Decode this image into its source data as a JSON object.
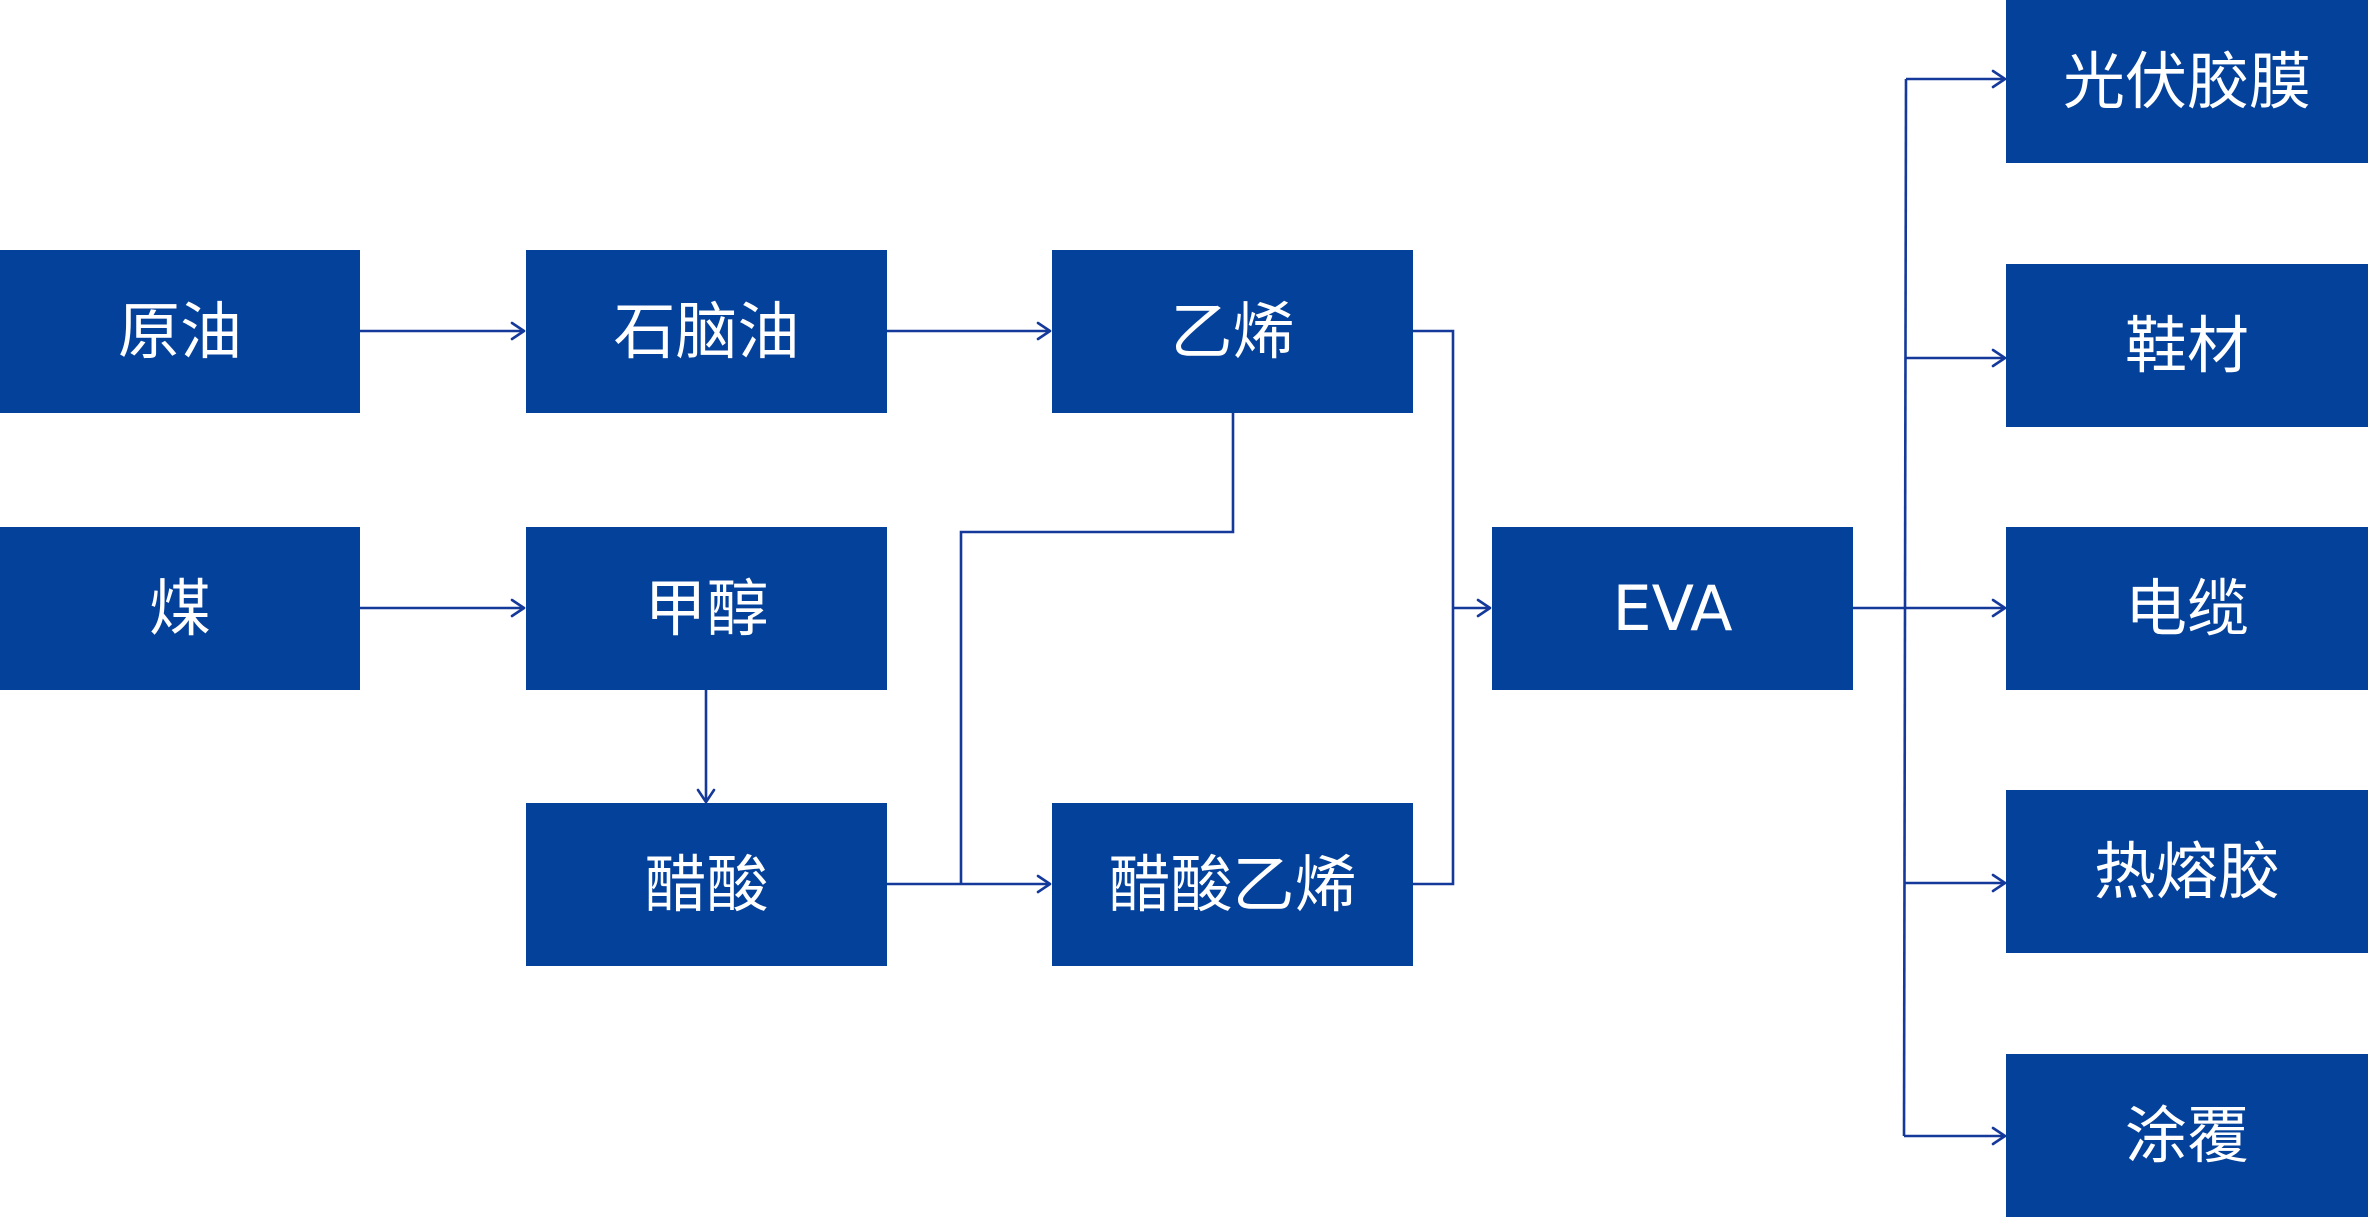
{
  "colors": {
    "node_fill": "#04419b",
    "node_text": "#ffffff",
    "connector": "#14399b",
    "background": "#ffffff"
  },
  "nodes": {
    "crude_oil": "原油",
    "naphtha": "石脑油",
    "ethylene": "乙烯",
    "coal": "煤",
    "methanol": "甲醇",
    "acetic_acid": "醋酸",
    "vinyl_acetate": "醋酸乙烯",
    "eva": "EVA",
    "pv_film": "光伏胶膜",
    "shoe_material": "鞋材",
    "cable": "电缆",
    "hot_melt": "热熔胶",
    "coating": "涂覆"
  },
  "edges": [
    {
      "from": "原油",
      "to": "石脑油"
    },
    {
      "from": "石脑油",
      "to": "乙烯"
    },
    {
      "from": "煤",
      "to": "甲醇"
    },
    {
      "from": "甲醇",
      "to": "醋酸"
    },
    {
      "from": "醋酸",
      "to": "醋酸乙烯"
    },
    {
      "from": "乙烯",
      "to": "醋酸乙烯"
    },
    {
      "from": "乙烯",
      "to": "EVA"
    },
    {
      "from": "醋酸乙烯",
      "to": "EVA"
    },
    {
      "from": "EVA",
      "to": "光伏胶膜"
    },
    {
      "from": "EVA",
      "to": "鞋材"
    },
    {
      "from": "EVA",
      "to": "电缆"
    },
    {
      "from": "EVA",
      "to": "热熔胶"
    },
    {
      "from": "EVA",
      "to": "涂覆"
    }
  ]
}
